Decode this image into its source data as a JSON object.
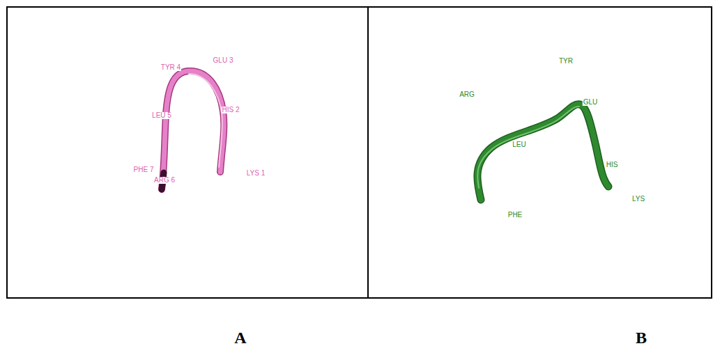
{
  "diagram": {
    "labels": [
      "TYR 4",
      "GLU 3",
      "LEU 5",
      "HIS 2",
      "PHE 7",
      "ARG 6",
      "LYS 1",
      "TYR",
      "ARG",
      "GLU",
      "LEU",
      "HIS",
      "LYS",
      "PHE",
      "A",
      "B"
    ]
  }
}
